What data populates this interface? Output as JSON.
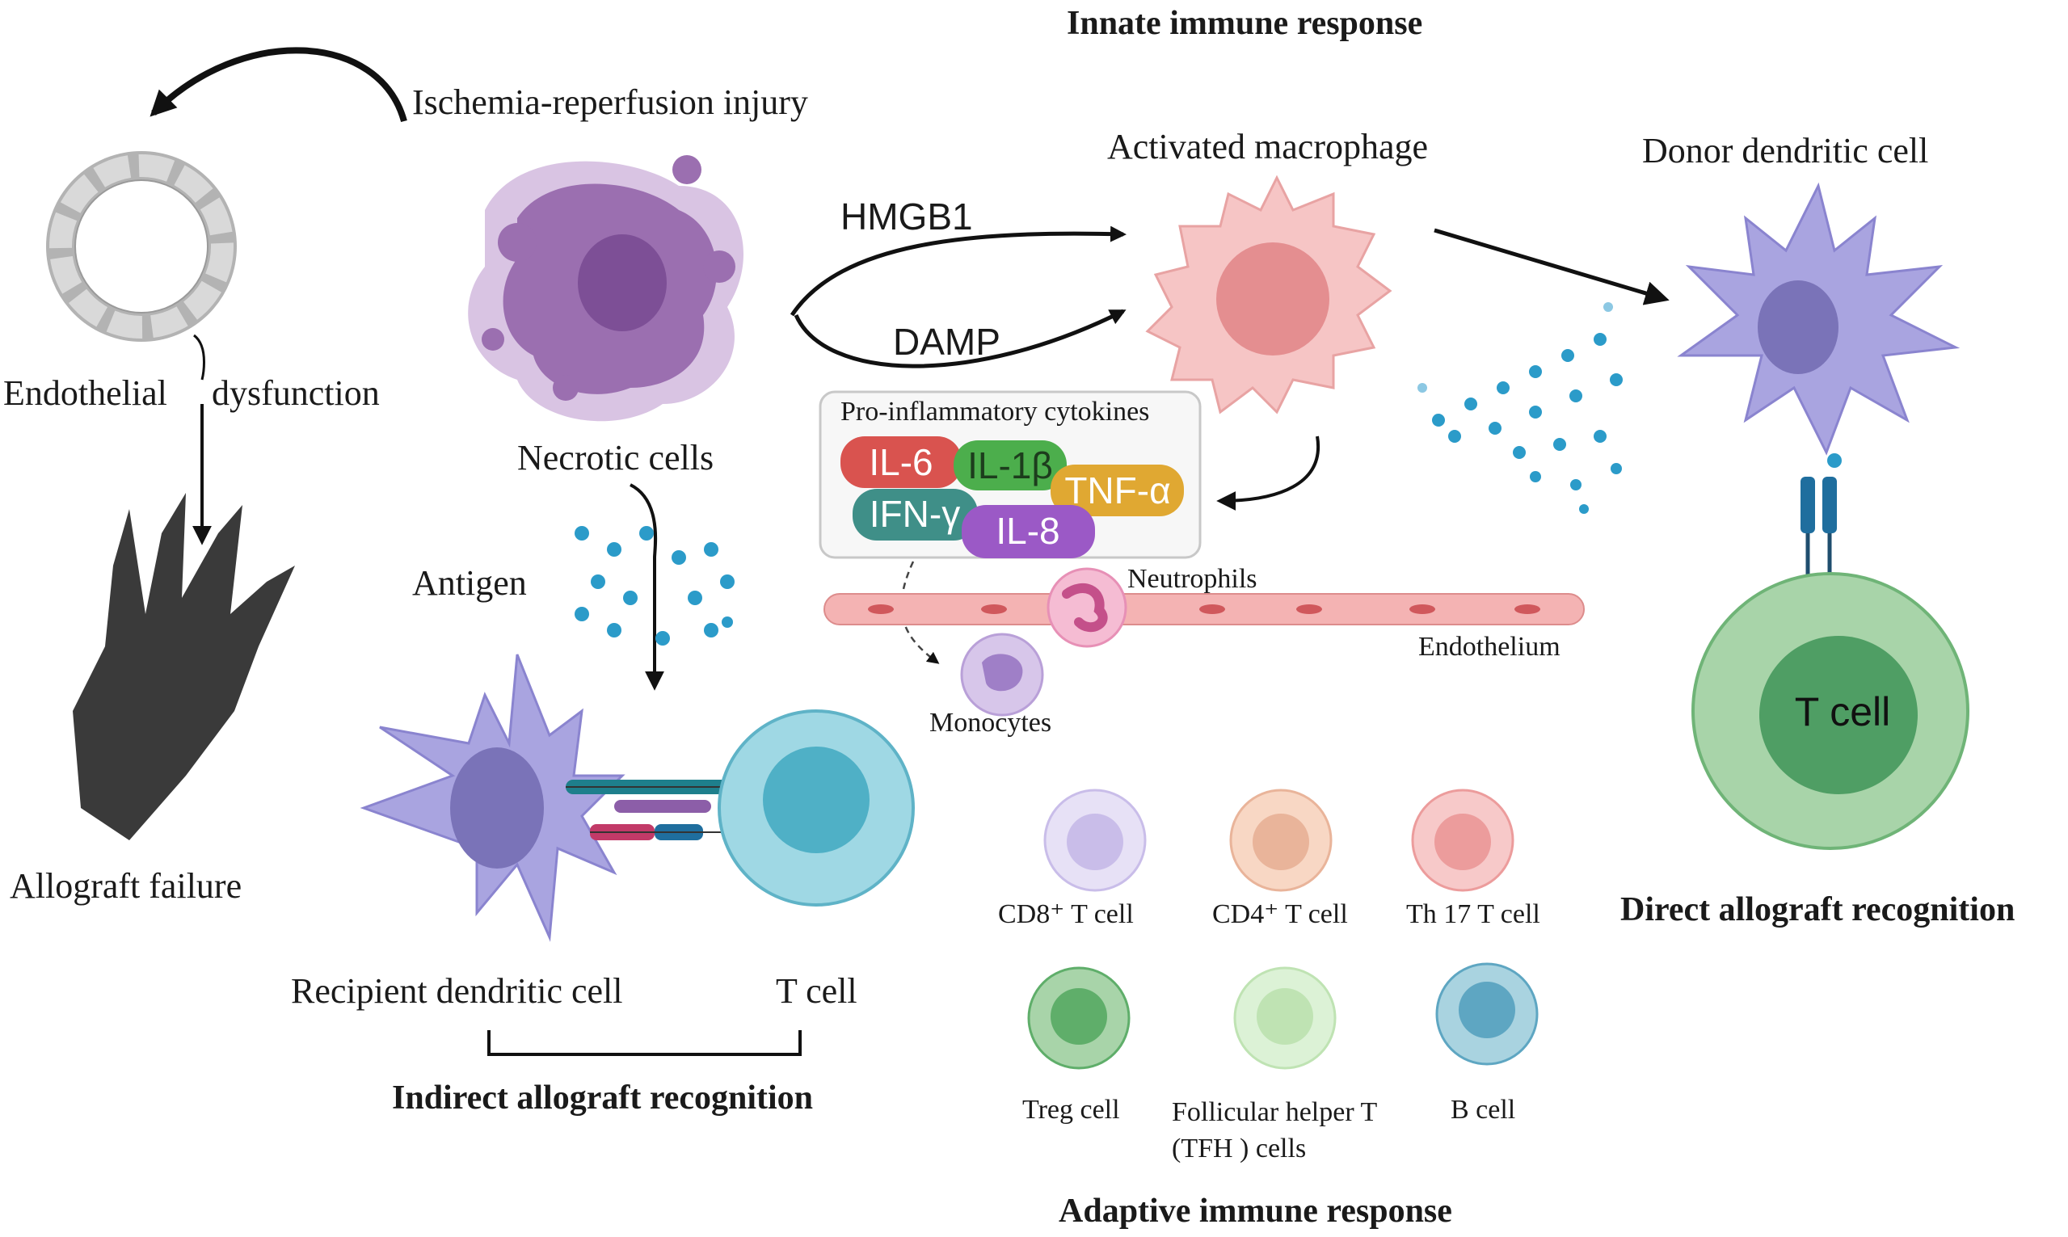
{
  "headings": {
    "innate": "Innate immune response",
    "adaptive": "Adaptive immune response",
    "direct": "Direct allograft recognition",
    "indirect": "Indirect allograft recognition"
  },
  "labels": {
    "ischemia": "Ischemia-reperfusion injury",
    "endothelial_left": "Endothelial",
    "endothelial_right": "dysfunction",
    "allograft_failure": "Allograft failure",
    "necrotic_cells": "Necrotic cells",
    "antigen": "Antigen",
    "hmgb1": "HMGB1",
    "damp": "DAMP",
    "activated_macrophage": "Activated macrophage",
    "donor_dc": "Donor dendritic cell",
    "t_cell_direct": "T cell",
    "recipient_dc": "Recipient dendritic cell",
    "t_cell_indirect": "T cell",
    "neutrophils": "Neutrophils",
    "endothelium": "Endothelium",
    "monocytes": "Monocytes"
  },
  "cytokines": {
    "title": "Pro-inflammatory cytokines",
    "items": [
      {
        "label": "IL-6",
        "color": "#d9534f"
      },
      {
        "label": "IL-1β",
        "color": "#4cae4c"
      },
      {
        "label": "TNF-α",
        "color": "#e0a832"
      },
      {
        "label": "IFN-γ",
        "color": "#3f8f88"
      },
      {
        "label": "IL-8",
        "color": "#9b59c6"
      }
    ]
  },
  "adaptive_cells": [
    {
      "label": "CD8⁺  T cell",
      "outer": "#e7e1f6",
      "inner": "#c9bde9"
    },
    {
      "label": "CD4⁺  T cell",
      "outer": "#f8d7c4",
      "inner": "#e9b49a"
    },
    {
      "label": "Th 17 T cell",
      "outer": "#f7c9c9",
      "inner": "#ec9c9c"
    },
    {
      "label": "Treg cell",
      "outer": "#a8d4a9",
      "inner": "#5fae6a"
    },
    {
      "label": "Follicular helper T",
      "label2": "(TFH ) cells",
      "outer": "#dcf2d6",
      "inner": "#bfe3b3"
    },
    {
      "label": "B cell",
      "outer": "#a9d3e0",
      "inner": "#5ea6c2"
    }
  ],
  "colors": {
    "necrotic": "#9b6fb0",
    "macrophage": "#f6c5c5",
    "dendritic": "#a9a4e0",
    "t_cell_green": "#8ccb93",
    "t_cell_blue": "#9fd8e4",
    "dots": "#2b9bc9"
  }
}
